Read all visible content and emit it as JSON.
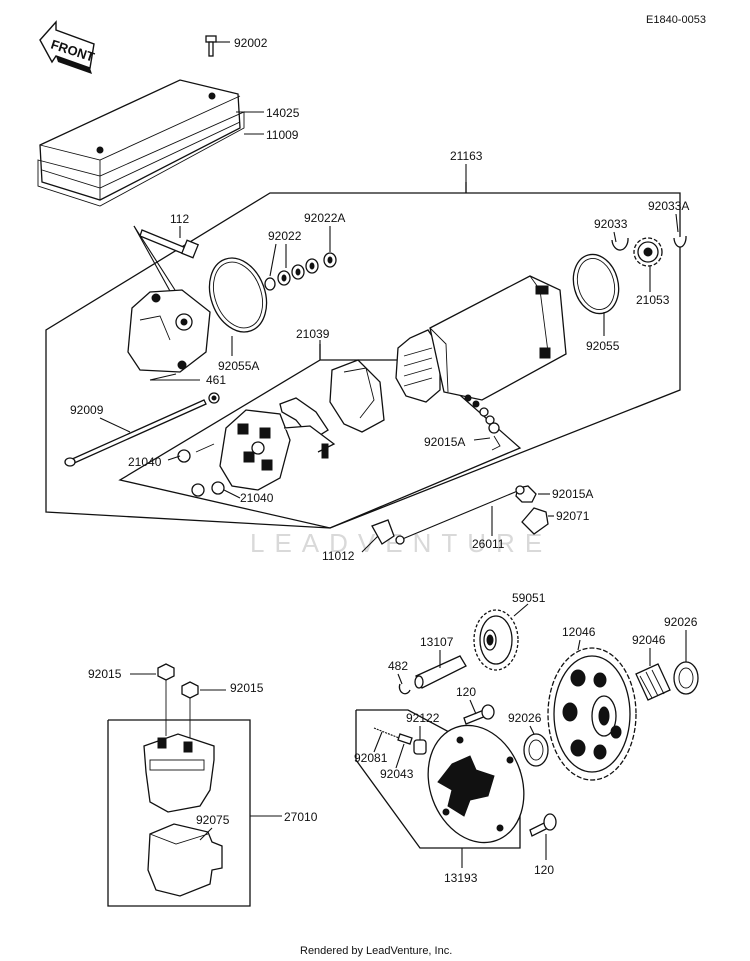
{
  "diagram_id": "E1840-0053",
  "front_label": "FRONT",
  "watermark": "LEADVENTURE",
  "footer": "Rendered by LeadVenture, Inc.",
  "labels": {
    "p92002": "92002",
    "p14025": "14025",
    "p11009": "11009",
    "p21163": "21163",
    "p112": "112",
    "p92022A": "92022A",
    "p92022": "92022",
    "p92033": "92033",
    "p92033A": "92033A",
    "p21053": "21053",
    "p92055": "92055",
    "p92055A": "92055A",
    "p21039": "21039",
    "p461": "461",
    "p92009": "92009",
    "p92015A_a": "92015A",
    "p92015A_b": "92015A",
    "p21040_a": "21040",
    "p21040_b": "21040",
    "p92071": "92071",
    "p26011": "26011",
    "p11012": "11012",
    "p59051": "59051",
    "p13107": "13107",
    "p12046": "12046",
    "p92026_a": "92026",
    "p92046": "92046",
    "p92026_b": "92026",
    "p482": "482",
    "p120_a": "120",
    "p92122": "92122",
    "p92081": "92081",
    "p92043": "92043",
    "p13193": "13193",
    "p120_b": "120",
    "p92015_a": "92015",
    "p92015_b": "92015",
    "p92075": "92075",
    "p27010": "27010"
  }
}
